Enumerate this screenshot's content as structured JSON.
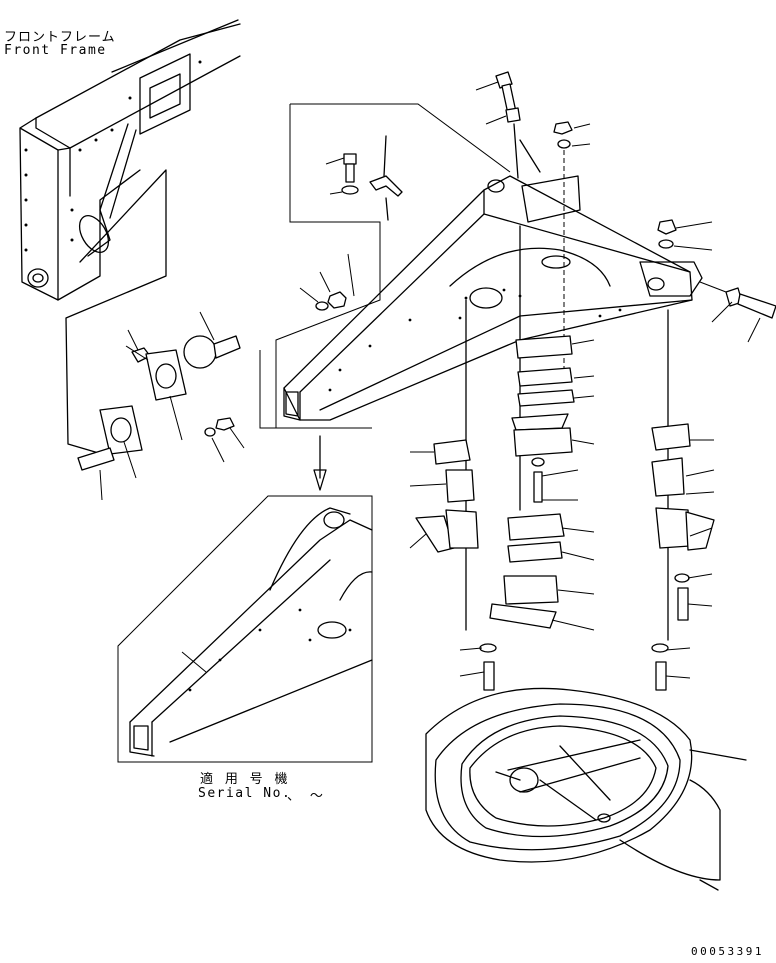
{
  "labels": {
    "front_frame_jp": "フロントフレーム",
    "front_frame_en": "Front Frame",
    "serial_jp": "適 用 号 機",
    "serial_en": "Serial No.",
    "serial_range": "、 〜"
  },
  "drawing_code": "00053391"
}
